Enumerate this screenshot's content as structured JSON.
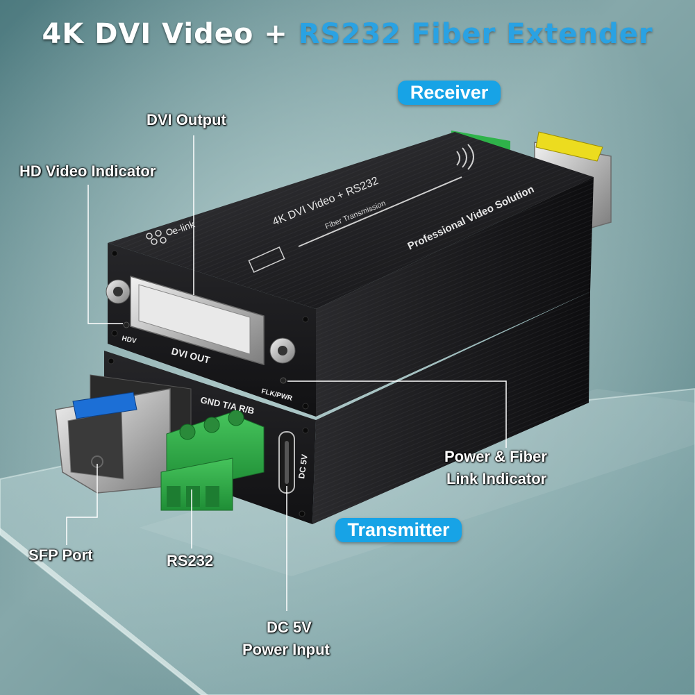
{
  "title": {
    "part1": "4K DVI Video + ",
    "part2": "RS232 Fiber Extender"
  },
  "badges": {
    "receiver": "Receiver",
    "transmitter": "Transmitter"
  },
  "callouts": {
    "dvi_output": "DVI Output",
    "hd_video_indicator": "HD Video Indicator",
    "power_fiber_line1": "Power & Fiber",
    "power_fiber_line2": "Link Indicator",
    "sfp_port": "SFP Port",
    "rs232": "RS232",
    "dc5v_line1": "DC 5V",
    "dc5v_line2": "Power Input"
  },
  "device": {
    "brand": "e-link",
    "top_label": "4K DVI Video + RS232",
    "sub_label": "Fiber Transmission",
    "slogan": "Professional Video Solution",
    "port_label": "DVI OUT",
    "hdv_label": "HDV",
    "flk_label": "FLK/PWR",
    "terminal_labels": "GND  T/A  R/B",
    "dc_label": "DC 5V"
  },
  "colors": {
    "accent": "#17a3e6",
    "terminal_green": "#2fb34a",
    "body": "#1c1c1e",
    "sfp_blue": "#1c6fd6",
    "sfp_yellow": "#ecdc1f"
  }
}
